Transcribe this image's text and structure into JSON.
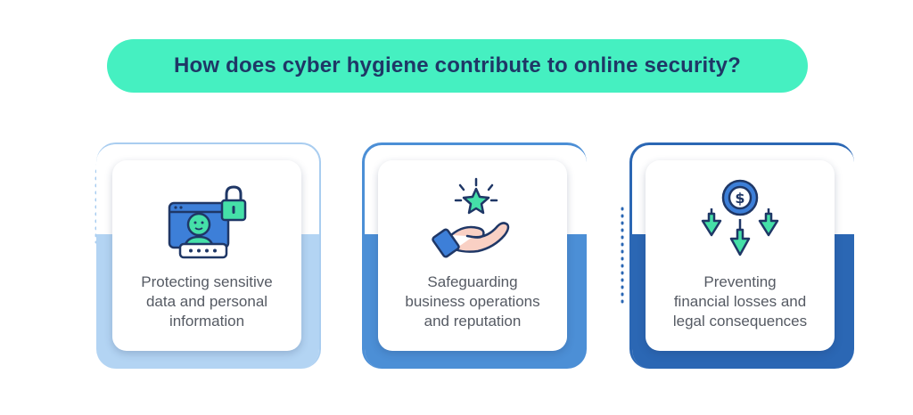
{
  "title": "How does cyber hygiene contribute to online security?",
  "colors": {
    "title_bg": "#45f0c1",
    "title_text": "#1f3766",
    "card1_accent": "#b3d4f3",
    "card2_accent": "#4c8fd6",
    "card3_accent": "#2b67b4",
    "icon_mint": "#45e0a8",
    "icon_blue": "#3d7fd8",
    "icon_outline": "#1f3766"
  },
  "cards": [
    {
      "icon": "user-lock-icon",
      "lines": [
        "Protecting sensitive",
        "data and personal",
        "information"
      ]
    },
    {
      "icon": "hand-star-icon",
      "lines": [
        "Safeguarding",
        "business operations",
        "and reputation"
      ]
    },
    {
      "icon": "dollar-down-arrows-icon",
      "lines": [
        "Preventing",
        "financial losses and",
        "legal consequences"
      ]
    }
  ]
}
